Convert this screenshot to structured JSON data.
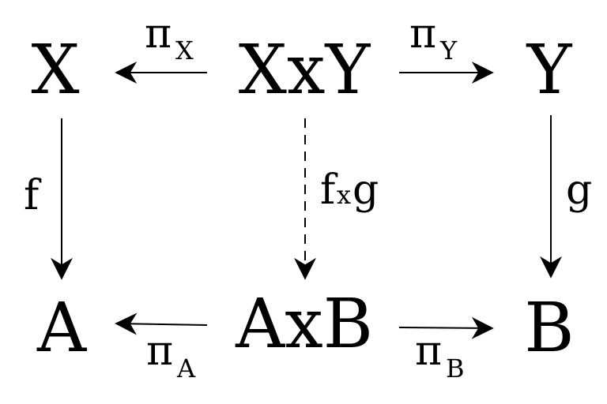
{
  "objects": {
    "X": "X",
    "XxY": "XxY",
    "Y": "Y",
    "A": "A",
    "AxB": "AxB",
    "B": "B"
  },
  "morphisms": {
    "pi_x": {
      "symbol": "π",
      "sub": "X"
    },
    "pi_y": {
      "symbol": "π",
      "sub": "Y"
    },
    "pi_a": {
      "symbol": "π",
      "sub": "A"
    },
    "pi_b": {
      "symbol": "π",
      "sub": "B"
    },
    "f": "f",
    "g": "g",
    "fxg": {
      "f": "f",
      "x": "x",
      "g": "g"
    }
  },
  "colors": {
    "ink": "#000000",
    "background": "#ffffff"
  }
}
